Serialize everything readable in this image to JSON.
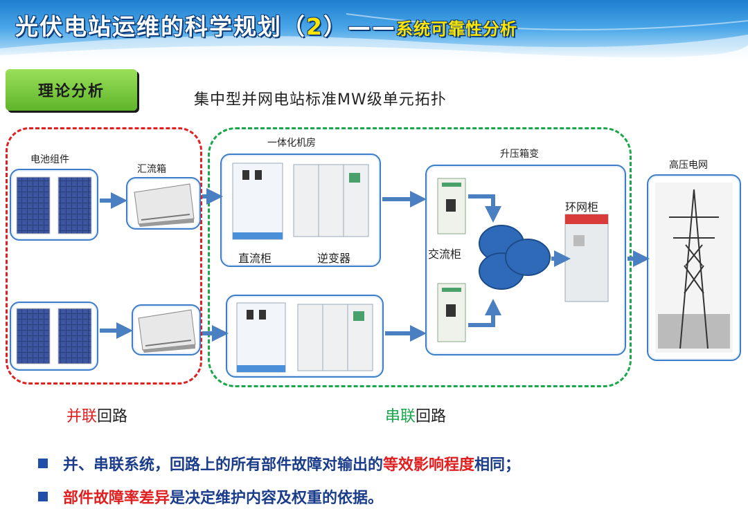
{
  "header": {
    "title_main": "光伏电站运维的科学规划（",
    "title_num": "2",
    "title_close": "）——",
    "title_sub": "系统可靠性分析"
  },
  "tag_label": "理论分析",
  "subtitle": "集中型并网电站标准MW级单元拓扑",
  "labels": {
    "battery": "电池组件",
    "combiner": "汇流箱",
    "integrated_room": "一体化机房",
    "dc_cabinet": "直流柜",
    "inverter": "逆变器",
    "boost_box": "升压箱变",
    "ac_cabinet": "交流柜",
    "ring_cabinet": "环网柜",
    "grid": "高压电网"
  },
  "legend": {
    "parallel_colored": "并联",
    "parallel_rest": "回路",
    "series_colored": "串联",
    "series_rest": "回路"
  },
  "bullets": {
    "b1_part1": "并、串联系统，回路上的所有部件故障对输出的",
    "b1_hl": "等效影响程度",
    "b1_part2": "相同；",
    "b2_hl": "部件故障率差异",
    "b2_part2": "是决定维护内容及权重的依据。"
  },
  "colors": {
    "red": "#e02020",
    "green": "#1aa64a",
    "blue_card": "#3d7cc9",
    "arrow": "#4a7fc1",
    "bullet_text": "#1a3c8a"
  }
}
